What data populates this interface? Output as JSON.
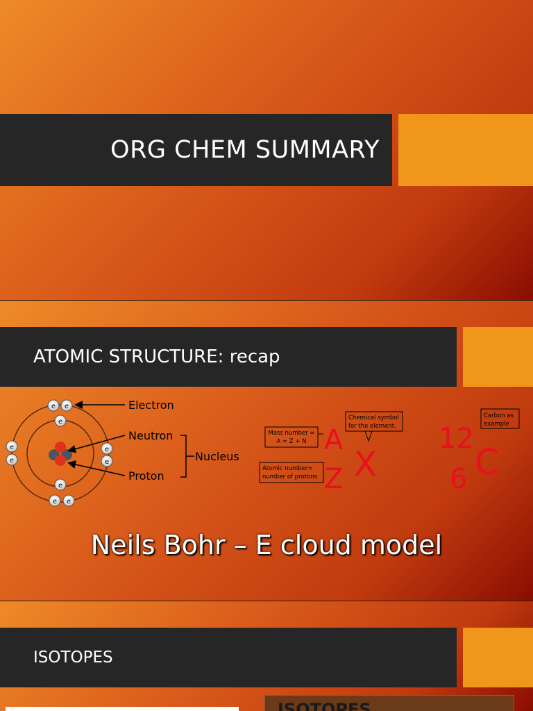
{
  "slide1": {
    "title": "ORG CHEM SUMMARY"
  },
  "slide2": {
    "title": "ATOMIC STRUCTURE: recap",
    "atom_diagram": {
      "electron_symbol": "e",
      "electron_label": "Electron",
      "neutron_label": "Neutron",
      "proton_label": "Proton",
      "nucleus_label": "Nucleus"
    },
    "notation": {
      "mass_number_box": [
        "Mass number =",
        "A = Z + N"
      ],
      "atomic_number_box": [
        "Atomic number=",
        "number of protons"
      ],
      "chemical_symbol_box": [
        "Chemical symbol",
        "for the element."
      ],
      "letter_a": "A",
      "letter_z": "Z",
      "letter_x": "X",
      "carbon_box": [
        "Carbon as",
        "example"
      ],
      "carbon_mass": "12",
      "carbon_atomic": "6",
      "carbon_symbol": "C"
    },
    "caption": "Neils Bohr – E cloud model",
    "colors": {
      "notation_red": "#e8101e",
      "accent": "#f0971b",
      "bar": "#262626"
    }
  },
  "slide3": {
    "title": "ISOTOPES",
    "box_text": "ISOTOPES"
  }
}
